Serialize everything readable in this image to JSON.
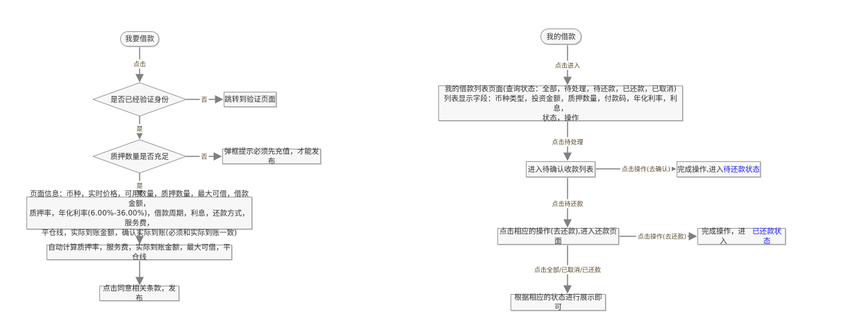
{
  "left_flow": {
    "start": "我要借款",
    "edge_click": "点击",
    "decision_verified": "是否已经验证身份",
    "no1": "否",
    "jump_verify": "跳转到验证页面",
    "yes1": "是",
    "decision_collateral": "质押数量是否充足",
    "no2": "否",
    "popup_recharge": "弹框提示必须先充值，才能发布",
    "yes2": "是",
    "page_info": [
      "页面信息：币种，实时价格，可用数量，质押数量，最大可借，借款金额，",
      "质押率，年化利率(6.00%-36.00%)，借款周期，利息，还款方式，服务费，",
      "平仓线，实际到账金额，确认实际到账(必须和实际到账一致)"
    ],
    "auto_calc": "自动计算质押率，服务费，实际到账金额，最大可借，平仓线",
    "agree_publish": "点击同意相关条款，发布"
  },
  "right_flow": {
    "start": "我的借款",
    "edge_enter": "点击进入",
    "list_page": [
      "我的借款列表页面(查询状态：全部，待处理，待还款，已还款，已取消)",
      "列表显示字段：币种类型，投资金额，质押数量，付款码，年化利率，利息，",
      "状态，操作"
    ],
    "edge_pending": "点击待处理",
    "confirm_list": "进入待确认收款列表",
    "edge_confirm": "点击操作(去确认)",
    "done_confirm_prefix": "完成操作,进入",
    "done_confirm_state": "待还款状态",
    "edge_repay_pending": "点击待还款",
    "repay_page": "点击相应的操作(去还款),进入还款页面",
    "edge_repay": "点击操作(去还款)",
    "done_repay_prefix": "完成操作，进入",
    "done_repay_state": "已还款状态",
    "edge_others": "点击全部/已取消/已还款",
    "show_by_state": "根据相应的状态进行展示即可"
  },
  "colors": {
    "highlight": "#1a1aff",
    "edge_label": "#5a4a2a",
    "line": "#808080"
  }
}
